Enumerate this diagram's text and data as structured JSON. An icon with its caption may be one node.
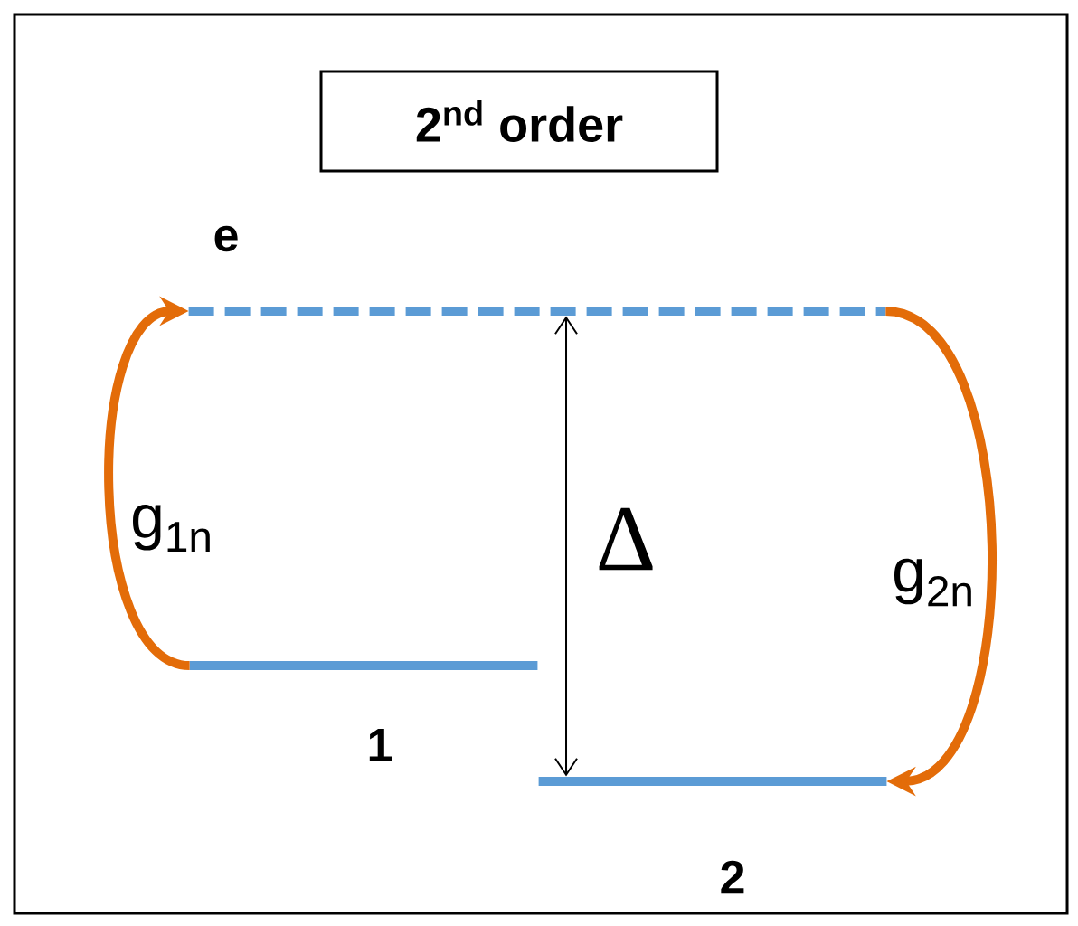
{
  "diagram": {
    "nodes": [
      {
        "text": [
          "2$^{nd}$ order"
        ]
      },
      {
        "text": [],
        "shape": "bar",
        "beside": [
          "e"
        ]
      },
      {
        "text": [],
        "shape": "bar",
        "beside": [
          "1"
        ]
      },
      {
        "text": [],
        "shape": "bar",
        "beside": [
          "2"
        ]
      }
    ],
    "edges": [
      {
        "from": 2,
        "to": 1,
        "arrow": "to",
        "label": "g$_{1n}$"
      },
      {
        "from": 1,
        "to": 3,
        "arrow": "to",
        "label": "g$_{2n}$"
      },
      {
        "from": 1,
        "to": 3,
        "arrow": "both",
        "label": "Δ",
        "color": "#000000"
      }
    ]
  }
}
